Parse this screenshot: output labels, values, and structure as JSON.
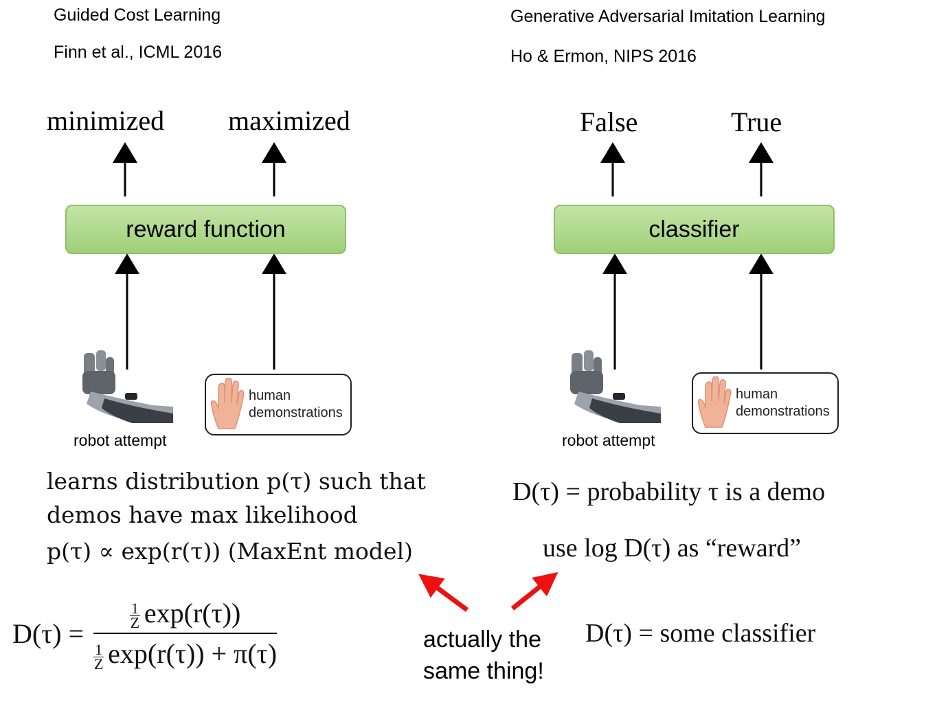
{
  "left": {
    "title": "Guided Cost Learning",
    "citation": "Finn et al., ICML 2016",
    "output_low": "minimized",
    "output_high": "maximized",
    "box_label": "reward function",
    "robot_label": "robot attempt",
    "demo_label_1": "human",
    "demo_label_2": "demonstrations",
    "desc_line1": "learns distribution p(τ) such that",
    "desc_line2": "demos have max likelihood",
    "desc_line3": "p(τ) ∝ exp(r(τ)) (MaxEnt model)"
  },
  "right": {
    "title": "Generative Adversarial Imitation Learning",
    "citation": "Ho & Ermon, NIPS 2016",
    "output_low": "False",
    "output_high": "True",
    "box_label": "classifier",
    "robot_label": "robot attempt",
    "demo_label_1": "human",
    "demo_label_2": "demonstrations",
    "desc_line1": "D(τ) = probability τ is a demo",
    "desc_line2": "use log D(τ) as “reward”",
    "classifier_eq": "D(τ) = some classifier"
  },
  "bottom": {
    "eq_lhs": "D(τ) =",
    "eq_num": "exp(r(τ))",
    "eq_den": "exp(r(τ)) + π(τ)",
    "frac_one": "1",
    "frac_z": "Z",
    "note_line1": "actually the",
    "note_line2": "same thing!"
  },
  "colors": {
    "box_fill": "#a9d58a",
    "box_border": "#8fbf66",
    "red_arrow": "#ee1111"
  },
  "icons": [
    "robot-hand-icon",
    "human-hand-icon"
  ]
}
